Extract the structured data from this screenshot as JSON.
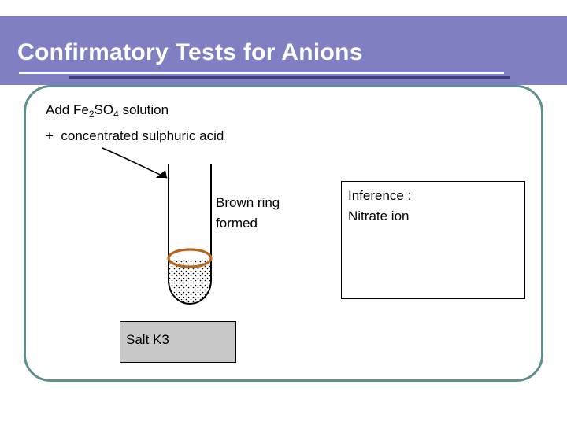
{
  "slide": {
    "title": "Confirmatory Tests for Anions",
    "title_band_color": "#7f7fc1",
    "title_rule_color": "#3d3d7a",
    "frame_color": "#5f8f93"
  },
  "instruction": {
    "line1_pre": "Add Fe",
    "line1_sub1": "2",
    "line1_mid": "SO",
    "line1_sub2": "4",
    "line1_post": " solution",
    "line2": "+  concentrated sulphuric acid",
    "plain_text": "Add Fe2SO4 solution + concentrated sulphuric acid"
  },
  "observation": {
    "label_line1": "Brown ring",
    "label_line2": "formed",
    "ring_color": "#b5651d"
  },
  "inference": {
    "line1": "Inference :",
    "line2": "Nitrate ion"
  },
  "sample": {
    "label": "Salt K3",
    "box_fill": "#c8c8c8"
  },
  "icons": {
    "arrow": "curved-arrow-icon",
    "tube": "test-tube-icon",
    "liquid": "hatched-liquid-fill"
  }
}
